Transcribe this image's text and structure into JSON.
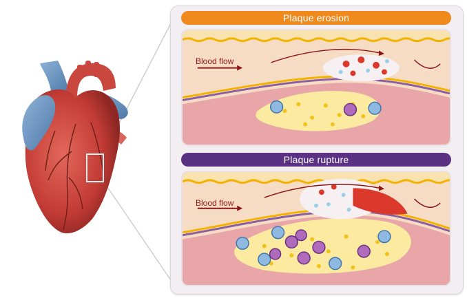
{
  "panels": {
    "erosion": {
      "title": "Plaque erosion",
      "flow_label": "Blood flow"
    },
    "rupture": {
      "title": "Plaque rupture",
      "flow_label": "Blood flow"
    }
  },
  "colors": {
    "erosion_pill": "#f08a1c",
    "rupture_pill": "#5a3183",
    "blood_flow_arrow": "#8a1616",
    "lumen": "#f6dcc4",
    "plaque_core": "#fbeaa0",
    "vessel_wall": "#e9a6a8",
    "endothelium": "#f2b300",
    "heart_red": "#c23b35",
    "heart_blue": "#5a86b5"
  }
}
